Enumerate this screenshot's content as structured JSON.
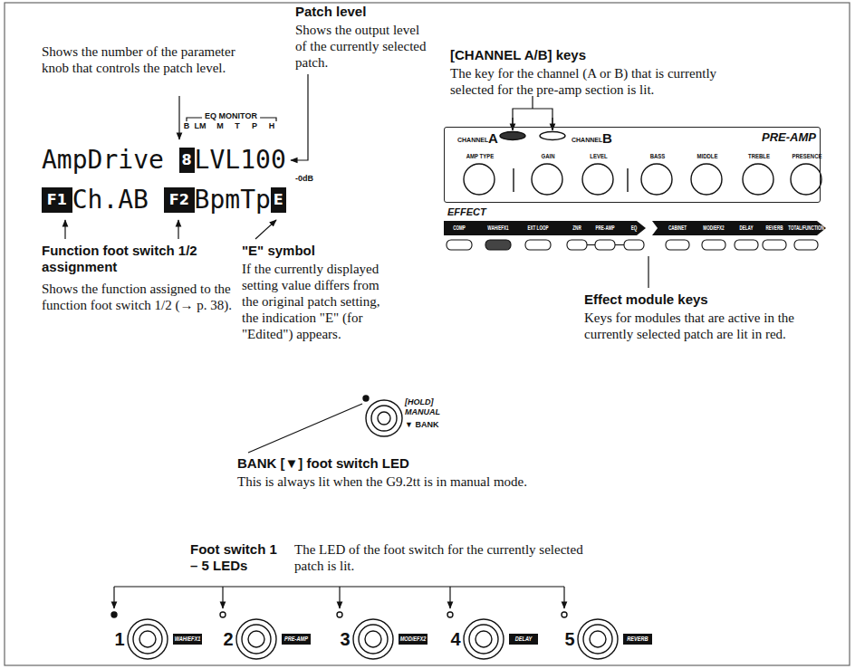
{
  "diagram": {
    "nodes": [
      {
        "text": [
          "CHANNEL",
          "A",
          "CHANNEL",
          "B",
          "PRE-AMP",
          "AMP TYPE",
          "GAIN",
          "LEVEL",
          "BASS",
          "MIDDLE",
          "TREBLE",
          "PRESENCE"
        ]
      },
      {
        "text": [
          "EFFECT",
          "COMP",
          "WAH/EFX1",
          "EXT LOOP",
          "ZNR",
          "PRE-AMP",
          "EQ"
        ]
      },
      {
        "text": [
          "CABINET",
          "MOD/EFX2",
          "DELAY",
          "REVERB",
          "TOTAL/FUNCTION"
        ]
      },
      {
        "text": [
          "WAH/EFX1"
        ]
      },
      {
        "text": [
          "PRE-AMP"
        ]
      },
      {
        "text": [
          "MOD/EFX2"
        ]
      },
      {
        "text": [
          "DELAY"
        ]
      },
      {
        "text": [
          "REVERB"
        ]
      }
    ],
    "labels": [
      "Patch level",
      "Shows the output level of the currently selected patch.",
      "Shows the number of the parameter knob that controls the patch level.",
      "EQ MONITOR",
      "B",
      "LM",
      "M",
      "T",
      "P",
      "H",
      "AmpDrive",
      "8",
      "LVL100",
      "F1",
      "Ch.AB",
      "F2",
      "BpmTp",
      "E",
      "-0dB",
      "[CHANNEL A/B] keys",
      "The key for the channel (A or B) that is currently selected for the pre-amp section is lit.",
      "Function foot switch 1/2 assignment",
      "Shows the function assigned to the function foot switch 1/2 (→ p. 38).",
      "\"E\" symbol",
      "If the currently displayed setting value differs from the original patch setting, the indication \"E\" (for \"Edited\") appears.",
      "Effect module keys",
      "Keys for modules that are active in the currently selected patch are lit in red.",
      "[HOLD]",
      "MANUAL",
      "▼ BANK",
      "BANK [▼] foot switch LED",
      "This is always lit when the G9.2tt is in manual mode.",
      "Foot switch 1 – 5 LEDs",
      "The LED of the foot switch for the currently selected patch is lit.",
      "1",
      "2",
      "3",
      "4",
      "5"
    ]
  }
}
